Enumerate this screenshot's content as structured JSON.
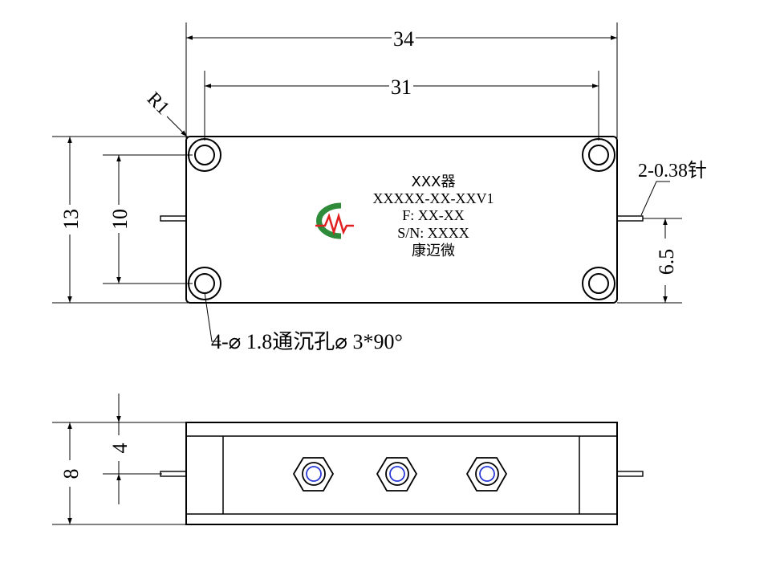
{
  "dimensions": {
    "overall_width": "34",
    "hole_spacing_x": "31",
    "overall_height": "13",
    "hole_spacing_y": "10",
    "pin_offset": "6.5",
    "corner_radius": "R1",
    "pin_spec": "2-0.38针",
    "hole_spec": "4-⌀ 1.8通沉孔⌀ 3*90°",
    "side_height": "8",
    "side_pin_height": "4"
  },
  "label": {
    "line1": "XXX器",
    "line2": "XXXXX-XX-XXV1",
    "line3": "F:  XX-XX",
    "line4": "S/N:  XXXX",
    "line5": "康迈微"
  },
  "logo": {
    "name": "cmw-logo",
    "colors": {
      "arc": "#2e8b3a",
      "wave": "#e02020"
    }
  },
  "colors": {
    "line": "#000000",
    "connector_inner": "#2a3bd6"
  }
}
